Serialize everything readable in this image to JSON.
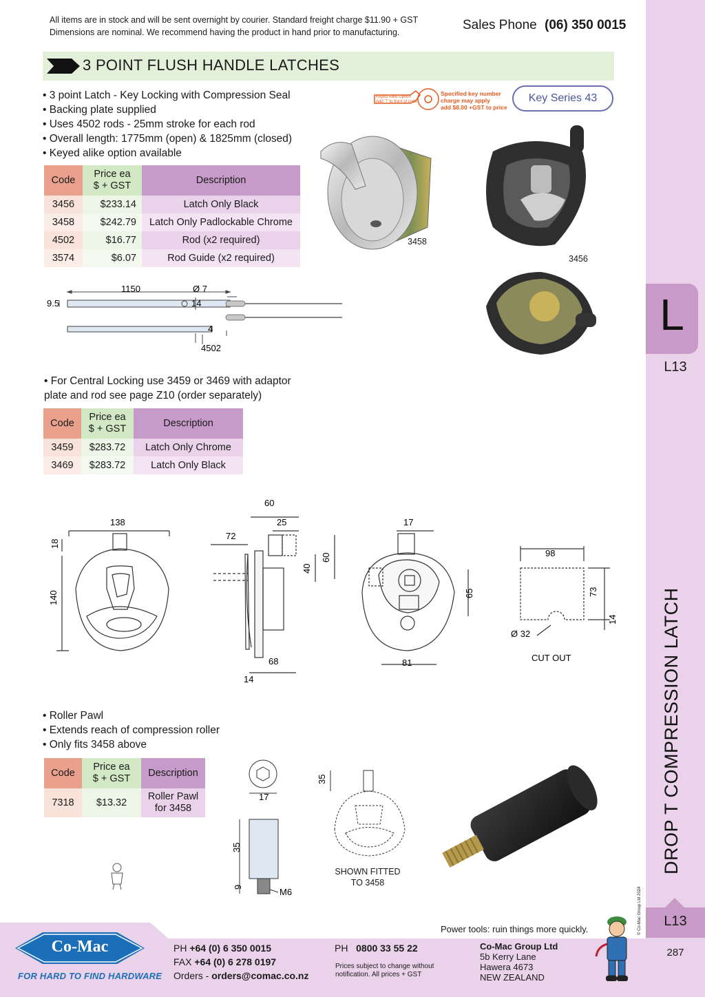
{
  "header": {
    "notice_line1": "All items are in stock and will be sent overnight by courier. Standard freight charge $11.90 + GST",
    "notice_line2": "Dimensions are nominal. We recommend having the product in hand prior to manufacturing.",
    "sales_label": "Sales Phone",
    "sales_number": "(06) 350 0015"
  },
  "section": {
    "title": "3 POINT FLUSH HANDLE LATCHES"
  },
  "product1": {
    "bullets": [
      "3 point Latch - Key Locking with Compression Seal",
      "Backing plate supplied",
      "Uses 4502 rods - 25mm stroke for each rod",
      "Overall length: 1775mm (open) & 1825mm (closed)",
      "Keyed alike option available"
    ],
    "headers": {
      "code": "Code",
      "price_line1": "Price ea",
      "price_line2": "$ + GST",
      "desc": "Description"
    },
    "rows": [
      {
        "code": "3456",
        "price": "$233.14",
        "desc": "Latch Only Black"
      },
      {
        "code": "3458",
        "price": "$242.79",
        "desc": "Latch Only Padlockable Chrome"
      },
      {
        "code": "4502",
        "price": "$16.77",
        "desc": "Rod (x2 required)"
      },
      {
        "code": "3574",
        "price": "$6.07",
        "desc": "Rod Guide (x2 required)"
      }
    ]
  },
  "key": {
    "badge": "Key Series 43",
    "note_left1": "Keyed Alike Option",
    "note_left2": "Add '7' to front of code",
    "note_right1": "Specified key number",
    "note_right2": "charge may apply",
    "note_right3": "add $8.00 +GST to price"
  },
  "photos": {
    "label_3458": "3458",
    "label_3456": "3456"
  },
  "rod_drawing": {
    "length": "1150",
    "diameter": "Ø 7",
    "height": "9.5",
    "end": "14",
    "tip": "4",
    "code": "4502"
  },
  "product2": {
    "bullet_line1": "• For Central Locking use 3459 or 3469 with adaptor",
    "bullet_line2": "plate and rod see page Z10 (order separately)",
    "headers": {
      "code": "Code",
      "price_line1": "Price ea",
      "price_line2": "$ + GST",
      "desc": "Description"
    },
    "rows": [
      {
        "code": "3459",
        "price": "$283.72",
        "desc": "Latch Only Chrome"
      },
      {
        "code": "3469",
        "price": "$283.72",
        "desc": "Latch Only Black"
      }
    ]
  },
  "drawing": {
    "front_width": "138",
    "front_height": "140",
    "front_top": "18",
    "side_depth": "72",
    "side_60": "60",
    "side_25": "25",
    "side_40": "40",
    "side_v60": "60",
    "side_68": "68",
    "side_14": "14",
    "back_17": "17",
    "back_65": "65",
    "back_81": "81",
    "cut_98": "98",
    "cut_73": "73",
    "cut_14": "14",
    "cut_dia": "Ø 32",
    "cut_label": "CUT OUT"
  },
  "product3": {
    "bullets": [
      "Roller Pawl",
      "Extends reach of compression roller",
      "Only fits 3458 above"
    ],
    "headers": {
      "code": "Code",
      "price_line1": "Price ea",
      "price_line2": "$ + GST",
      "desc": "Description"
    },
    "rows": [
      {
        "code": "7318",
        "price": "$13.32",
        "desc_line1": "Roller Pawl",
        "desc_line2": "for 3458"
      }
    ],
    "dim_17": "17",
    "dim_35": "35",
    "dim_9": "9",
    "dim_m6": "M6",
    "dim_top35": "35",
    "fitted_line1": "SHOWN FITTED",
    "fitted_line2": "TO 3458"
  },
  "side": {
    "letter": "L",
    "code": "L13",
    "title": "DROP T COMPRESSION LATCH",
    "copyright": "© Co-Mac Group Ltd 2024",
    "page": "287"
  },
  "footer": {
    "logo_text": "Co-Mac",
    "tagline": "FOR HARD TO FIND HARDWARE",
    "power_tools": "Power tools: ruin things more quickly.",
    "ph_label": "PH",
    "ph_value": "+64 (0) 6 350 0015",
    "fax_label": "FAX",
    "fax_value": "+64 (0) 6 278 0197",
    "orders_label": "Orders -",
    "orders_value": "orders@comac.co.nz",
    "ph2_label": "PH",
    "ph2_value": "0800 33 55 22",
    "disclaimer_line1": "Prices subject to change without",
    "disclaimer_line2": "notification. All prices + GST",
    "company": "Co-Mac Group Ltd",
    "address1": "5b Kerry Lane",
    "address2": "Hawera 4673",
    "address3": "NEW ZEALAND"
  },
  "colors": {
    "side_band": "#ead3ea",
    "tab": "#c99ac7",
    "section_bar": "#e2f0da",
    "brand_blue": "#1b6fb8",
    "key_accent": "#e35a1f"
  }
}
